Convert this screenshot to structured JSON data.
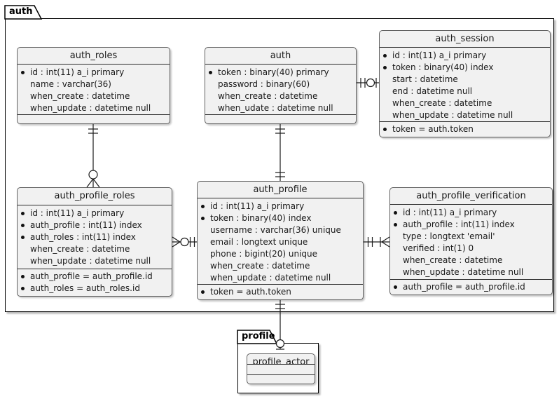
{
  "packages": {
    "auth": {
      "label": "auth"
    },
    "profile": {
      "label": "profile"
    }
  },
  "entities": {
    "auth_roles": {
      "title": "auth_roles",
      "attributes": [
        {
          "bullet": true,
          "text": "id : int(11) a_i primary"
        },
        {
          "bullet": false,
          "text": "name : varchar(36)"
        },
        {
          "bullet": false,
          "text": "when_create : datetime"
        },
        {
          "bullet": false,
          "text": "when_update : datetime null"
        }
      ],
      "constraints": []
    },
    "auth": {
      "title": "auth",
      "attributes": [
        {
          "bullet": true,
          "text": "token : binary(40) primary"
        },
        {
          "bullet": false,
          "text": "password : binary(60)"
        },
        {
          "bullet": false,
          "text": "when_create : datetime"
        },
        {
          "bullet": false,
          "text": "when_udate : datetime null"
        }
      ],
      "constraints": []
    },
    "auth_session": {
      "title": "auth_session",
      "attributes": [
        {
          "bullet": true,
          "text": "id : int(11) a_i primary"
        },
        {
          "bullet": true,
          "text": "token : binary(40) index"
        },
        {
          "bullet": false,
          "text": "start : datetime"
        },
        {
          "bullet": false,
          "text": "end : datetime null"
        },
        {
          "bullet": false,
          "text": "when_create : datetime"
        },
        {
          "bullet": false,
          "text": "when_update : datetime null"
        }
      ],
      "constraints": [
        {
          "bullet": true,
          "text": "token = auth.token"
        }
      ]
    },
    "auth_profile_roles": {
      "title": "auth_profile_roles",
      "attributes": [
        {
          "bullet": true,
          "text": "id : int(11) a_i primary"
        },
        {
          "bullet": true,
          "text": "auth_profile : int(11) index"
        },
        {
          "bullet": true,
          "text": "auth_roles : int(11) index"
        },
        {
          "bullet": false,
          "text": "when_create : datetime"
        },
        {
          "bullet": false,
          "text": "when_update : datetime null"
        }
      ],
      "constraints": [
        {
          "bullet": true,
          "text": "auth_profile = auth_profile.id"
        },
        {
          "bullet": true,
          "text": "auth_roles = auth_roles.id"
        }
      ]
    },
    "auth_profile": {
      "title": "auth_profile",
      "attributes": [
        {
          "bullet": true,
          "text": "id : int(11) a_i primary"
        },
        {
          "bullet": true,
          "text": "token : binary(40) index"
        },
        {
          "bullet": false,
          "text": "username : varchar(36) unique"
        },
        {
          "bullet": false,
          "text": "email : longtext unique"
        },
        {
          "bullet": false,
          "text": "phone : bigint(20) unique"
        },
        {
          "bullet": false,
          "text": "when_create : datetime"
        },
        {
          "bullet": false,
          "text": "when_update : datetime null"
        }
      ],
      "constraints": [
        {
          "bullet": true,
          "text": "token = auth.token"
        }
      ]
    },
    "auth_profile_verification": {
      "title": "auth_profile_verification",
      "attributes": [
        {
          "bullet": true,
          "text": "id : int(11) a_i primary"
        },
        {
          "bullet": true,
          "text": "auth_profile : int(11) index"
        },
        {
          "bullet": false,
          "text": "type : longtext 'email'"
        },
        {
          "bullet": false,
          "text": "verified : int(1) 0"
        },
        {
          "bullet": false,
          "text": "when_create : datetime"
        },
        {
          "bullet": false,
          "text": "when_update : datetime null"
        }
      ],
      "constraints": [
        {
          "bullet": true,
          "text": "auth_profile = auth_profile.id"
        }
      ]
    },
    "profile_actor": {
      "title": "profile_actor",
      "attributes": [],
      "constraints": []
    }
  },
  "relationships": [
    {
      "from": "auth_roles",
      "to": "auth_profile_roles",
      "from_end": "exactly-one",
      "to_end": "zero-or-many"
    },
    {
      "from": "auth",
      "to": "auth_profile",
      "from_end": "exactly-one",
      "to_end": "exactly-one"
    },
    {
      "from": "auth",
      "to": "auth_session",
      "from_end": "exactly-one",
      "to_end": "zero-or-one"
    },
    {
      "from": "auth_profile_roles",
      "to": "auth_profile",
      "from_end": "zero-or-many",
      "to_end": "exactly-one"
    },
    {
      "from": "auth_profile",
      "to": "auth_profile_verification",
      "from_end": "exactly-one",
      "to_end": "one-or-many"
    },
    {
      "from": "auth_profile",
      "to": "profile_actor",
      "from_end": "exactly-one",
      "to_end": "zero-or-one"
    }
  ]
}
